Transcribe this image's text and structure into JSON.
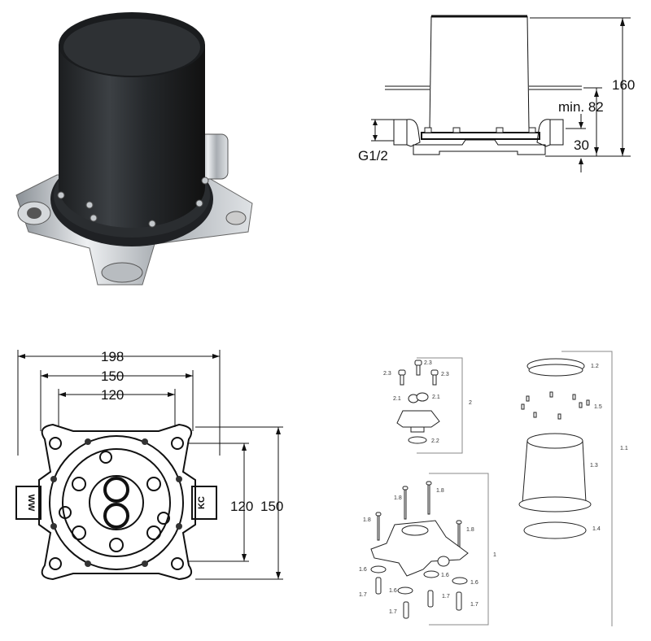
{
  "side_view": {
    "height_total": "160",
    "min_depth": "min. 82",
    "base_height": "30",
    "connection": "G1/2"
  },
  "plan_view": {
    "width_overall": "198",
    "width_mid": "150",
    "width_inner": "120",
    "depth_inner": "120",
    "depth_outer": "150",
    "port_left": "WW",
    "port_right": "KC"
  },
  "exploded_top": {
    "labels": [
      "2.3",
      "2.3",
      "2.3",
      "2.1",
      "2.1",
      "2.2",
      "2"
    ]
  },
  "exploded_base": {
    "labels": [
      "1.8",
      "1.8",
      "1.8",
      "1.8",
      "1.6",
      "1.6",
      "1.6",
      "1.6",
      "1.7",
      "1.7",
      "1.7",
      "1.7",
      "1"
    ]
  },
  "exploded_cylinder": {
    "labels": [
      "1.2",
      "1.5",
      "1.3",
      "1.4",
      "1.1"
    ]
  },
  "colors": {
    "cylinder": "#2a2d30",
    "chrome": "#c8ccd0",
    "line": "#111111"
  }
}
